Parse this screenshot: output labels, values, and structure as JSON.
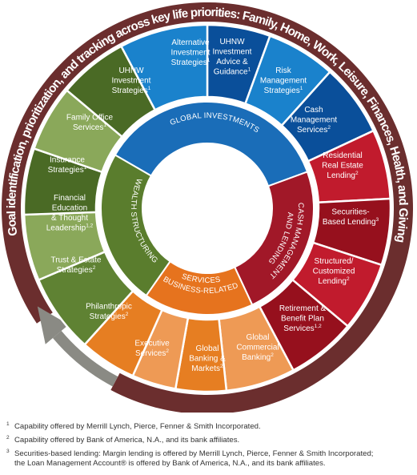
{
  "outer_ring": {
    "label": "Goal identification, prioritization, and tracking across key life priorities: Family, Home, Work, Leisure, Finances, Health, and Giving"
  },
  "core": {
    "global_investments": "GLOBAL INVESTMENTS",
    "cash_management_and_lending": "CASH MANAGEMENT AND LENDING",
    "business_related_services": "BUSINESS-RELATED SERVICES",
    "wealth_structuring": "WEALTH STRUCTURING"
  },
  "segments": [
    {
      "id": "alternative-investment-strategies",
      "lines": [
        "Alternative",
        "Investment",
        "Strategies"
      ],
      "sup": "1"
    },
    {
      "id": "uhnw-investment-advice-guidance",
      "lines": [
        "UHNW",
        "Investment",
        "Advice &",
        "Guidance"
      ],
      "sup": "1"
    },
    {
      "id": "risk-management-strategies",
      "lines": [
        "Risk",
        "Management",
        "Strategies"
      ],
      "sup": "1"
    },
    {
      "id": "cash-management-services",
      "lines": [
        "Cash",
        "Management",
        "Services"
      ],
      "sup": "2"
    },
    {
      "id": "residential-real-estate-lending",
      "lines": [
        "Residential",
        "Real Estate",
        "Lending"
      ],
      "sup": "2"
    },
    {
      "id": "securities-based-lending",
      "lines": [
        "Securities-",
        "Based Lending"
      ],
      "sup": "3"
    },
    {
      "id": "structured-customized-lending",
      "lines": [
        "Structured/",
        "Customized",
        "Lending"
      ],
      "sup": "2"
    },
    {
      "id": "retirement-benefit-plan-services",
      "lines": [
        "Retirement &",
        "Benefit Plan",
        "Services"
      ],
      "sup": "1,2"
    },
    {
      "id": "global-commercial-banking",
      "lines": [
        "Global",
        "Commercial",
        "Banking"
      ],
      "sup": "2"
    },
    {
      "id": "global-banking-markets",
      "lines": [
        "Global",
        "Banking &",
        "Markets"
      ],
      "sup": "2"
    },
    {
      "id": "executive-services",
      "lines": [
        "Executive",
        "Services"
      ],
      "sup": "2"
    },
    {
      "id": "philanthropic-strategies",
      "lines": [
        "Philanthropic",
        "Strategies"
      ],
      "sup": "2"
    },
    {
      "id": "trust-estate-strategies",
      "lines": [
        "Trust & Estate",
        "Strategies"
      ],
      "sup": "2"
    },
    {
      "id": "financial-education-thought-leadership",
      "lines": [
        "Financial",
        "Education",
        "& Thought",
        "Leadership"
      ],
      "sup": "1,2"
    },
    {
      "id": "insurance-strategies",
      "lines": [
        "Insurance",
        "Strategies"
      ],
      "sup": "1"
    },
    {
      "id": "family-office-services",
      "lines": [
        "Family Office",
        "Services"
      ],
      "sup": "1"
    },
    {
      "id": "uhnw-investment-strategies",
      "lines": [
        "UHNW",
        "Investment",
        "Strategies"
      ],
      "sup": "1"
    }
  ],
  "footnotes": [
    {
      "mark": "1",
      "lines": [
        "Capability offered by Merrill Lynch, Pierce, Fenner & Smith Incorporated."
      ]
    },
    {
      "mark": "2",
      "lines": [
        "Capability offered by Bank of America, N.A., and its bank affiliates."
      ]
    },
    {
      "mark": "3",
      "lines": [
        "Securities-based lending: Margin lending is offered by Merrill Lynch, Pierce, Fenner & Smith Incorporated;",
        "the Loan Management Account® is offered by Bank of America, N.A., and its bank affiliates."
      ]
    }
  ],
  "colors": {
    "outer_ring": "#6b2e2e",
    "arrow": "#8a8a84",
    "blue_dark": "#0a4f9a",
    "blue_light": "#1a82cc",
    "red": "#c11b2d",
    "red_dark": "#96101d",
    "orange": "#e67e22",
    "orange_light": "#ee9a55",
    "green": "#5f8233",
    "green_light": "#8aa85a",
    "green_dark": "#4a6a25",
    "core_blue": "#1a6db8",
    "core_red": "#a11828",
    "core_orange": "#e6731e",
    "core_green": "#5a7d2d"
  }
}
